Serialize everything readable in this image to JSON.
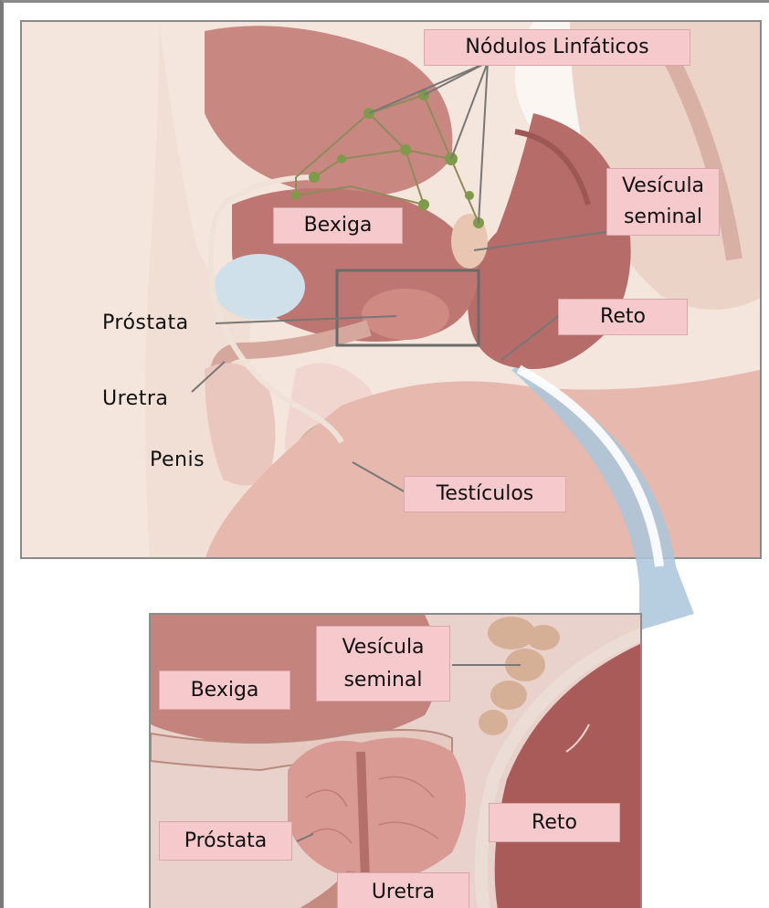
{
  "figure": {
    "labels": {
      "lymph_nodes": "Nódulos Linfáticos",
      "bladder": "Bexiga",
      "seminal_vesicle_line1": "Vesícula",
      "seminal_vesicle_line2": "seminal",
      "prostate": "Próstata",
      "rectum": "Reto",
      "urethra": "Uretra",
      "penis": "Penis",
      "testicles": "Testículos"
    },
    "colors": {
      "label_box": "#f6c9cc",
      "tissue": "#c98a84",
      "bladder": "#b8706c",
      "lymph_node": "#7f9a4a",
      "arrow": "#8fb4cf",
      "frame": "#8a8a8a"
    }
  },
  "inset": {
    "labels": {
      "seminal_vesicle_line1": "Vesícula",
      "seminal_vesicle_line2": "seminal",
      "bladder": "Bexiga",
      "prostate": "Próstata",
      "rectum": "Reto",
      "urethra": "Uretra"
    }
  }
}
